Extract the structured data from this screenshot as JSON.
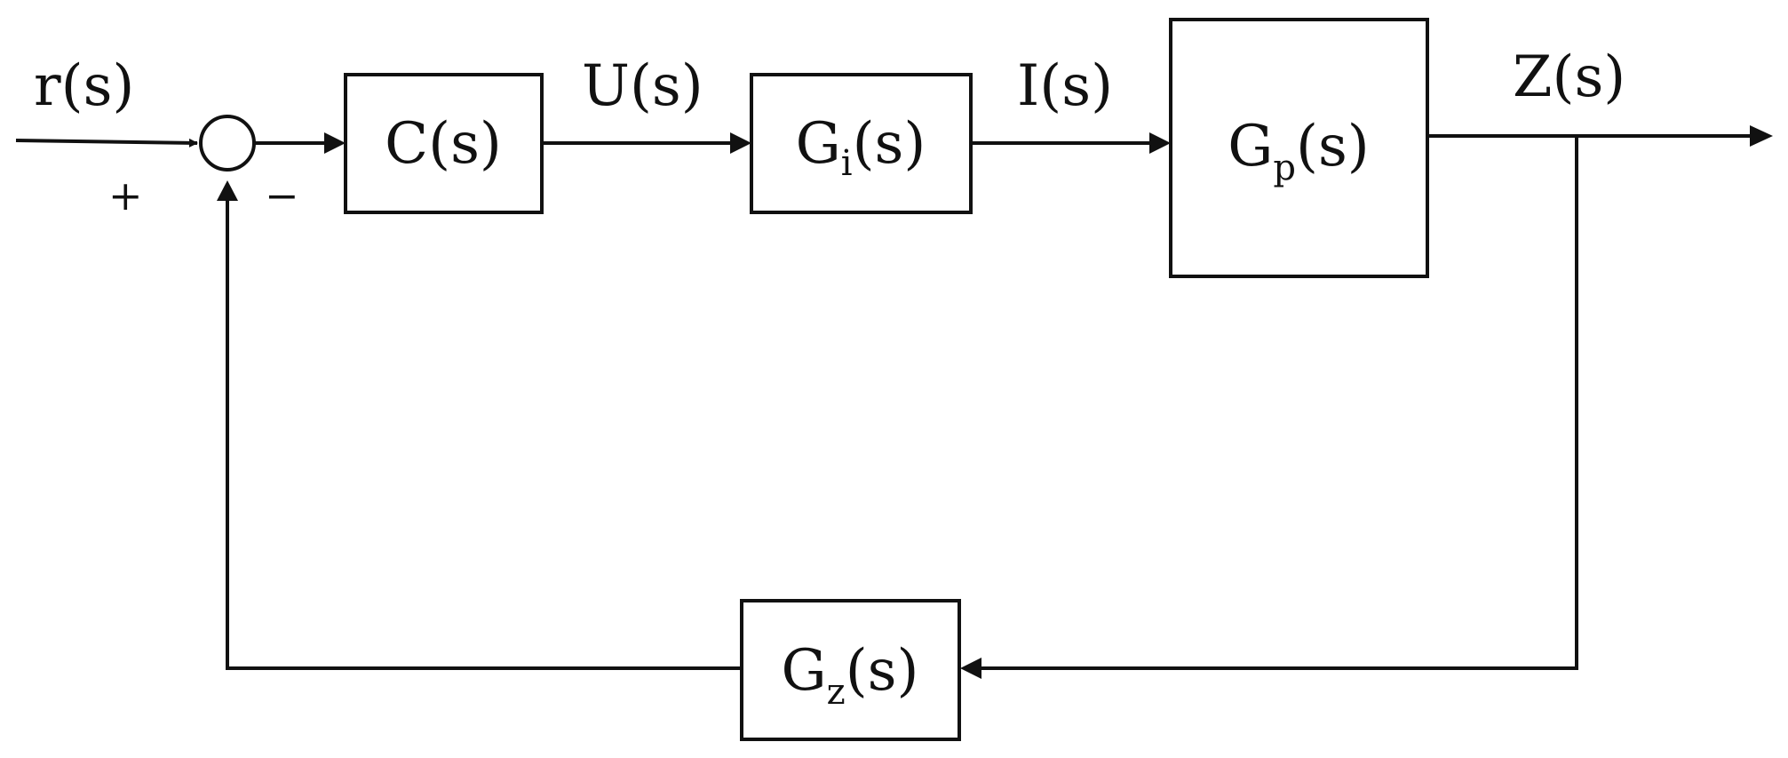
{
  "signals": {
    "input": "r(s)",
    "control": "U(s)",
    "current": "I(s)",
    "output": "Z(s)"
  },
  "summing_junction": {
    "plus_sign": "+",
    "minus_sign": "−"
  },
  "blocks": {
    "controller": {
      "label": "C(s)"
    },
    "actuator": {
      "base": "G",
      "subscript": "i",
      "suffix": "(s)"
    },
    "plant": {
      "base": "G",
      "subscript": "p",
      "suffix": "(s)"
    },
    "feedback": {
      "base": "G",
      "subscript": "z",
      "suffix": "(s)"
    }
  },
  "colors": {
    "stroke": "#111111",
    "background": "#ffffff"
  }
}
